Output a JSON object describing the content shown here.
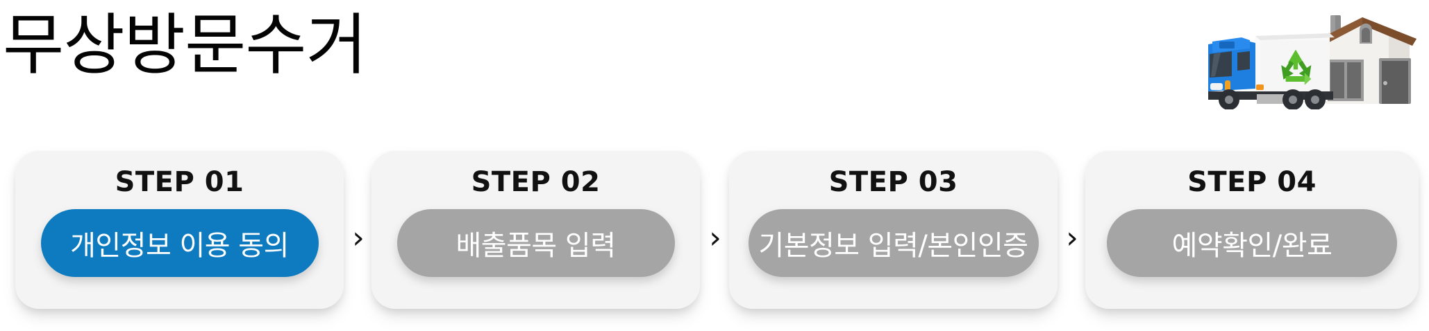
{
  "page": {
    "title": "무상방문수거",
    "background_color": "#FFFFFF"
  },
  "illustration": {
    "name": "recycling-truck-and-house",
    "truck_body_color": "#1E7FE0",
    "truck_box_color": "#F2F2F2",
    "recycle_symbol_color": "#4CAF28",
    "house_wall_color": "#F1EFEC",
    "house_roof_color": "#8B5A34",
    "house_door_color": "#6E6E6E"
  },
  "steps": {
    "separator_icon": "chevron-right-icon",
    "separator_glyph": "›",
    "items": [
      {
        "label": "STEP 01",
        "action": "개인정보 이용 동의",
        "state": "active",
        "pill_color": "#0E7BC0",
        "pill_text_color": "#FFFFFF"
      },
      {
        "label": "STEP 02",
        "action": "배출품목 입력",
        "state": "inactive",
        "pill_color": "#A5A5A5",
        "pill_text_color": "#FFFFFF"
      },
      {
        "label": "STEP 03",
        "action": "기본정보 입력/본인인증",
        "state": "inactive",
        "pill_color": "#A5A5A5",
        "pill_text_color": "#FFFFFF"
      },
      {
        "label": "STEP 04",
        "action": "예약확인/완료",
        "state": "inactive",
        "pill_color": "#A5A5A5",
        "pill_text_color": "#FFFFFF"
      }
    ]
  }
}
